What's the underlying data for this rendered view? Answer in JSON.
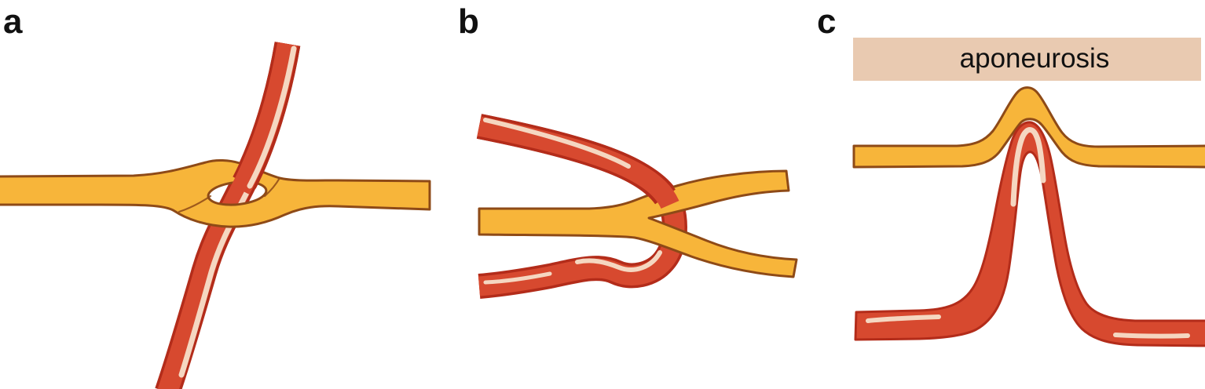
{
  "figure": {
    "background": "#ffffff",
    "panels": [
      {
        "label": "a"
      },
      {
        "label": "b"
      },
      {
        "label": "c"
      }
    ],
    "annotations": {
      "aponeurosis_label": "aponeurosis"
    },
    "colors": {
      "nerve_fill": "#F7B53A",
      "nerve_outline": "#8E4A17",
      "vessel_fill": "#D7492F",
      "vessel_outline": "#B32C1A",
      "vessel_highlight": "#F7DFC9",
      "aponeurosis_fill": "#E9CAB1",
      "label_color": "#111111"
    }
  }
}
